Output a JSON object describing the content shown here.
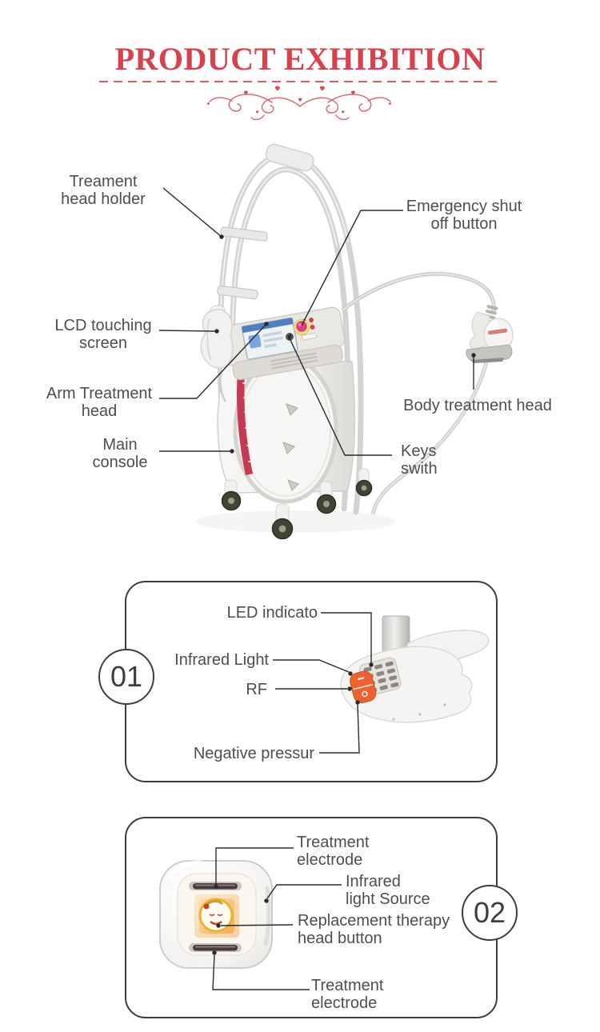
{
  "header": {
    "title": "PRODUCT EXHIBITION"
  },
  "machine": {
    "labels": [
      {
        "id": "treatment-head-holder",
        "text": "Treament\nhead holder"
      },
      {
        "id": "emergency-shut-off-button",
        "text": "Emergency shut\noff button"
      },
      {
        "id": "lcd-touching-screen",
        "text": "LCD touching\nscreen"
      },
      {
        "id": "arm-treatment-head",
        "text": "Arm Treatment\nhead"
      },
      {
        "id": "main-console",
        "text": "Main\nconsole"
      },
      {
        "id": "body-treatment-head",
        "text": "Body treatment head"
      },
      {
        "id": "keys-switch",
        "text": "Keys\nswith"
      }
    ]
  },
  "panels": [
    {
      "number": "01",
      "labels": [
        {
          "id": "led-indicator",
          "text": "LED indicato"
        },
        {
          "id": "infrared-light",
          "text": "Infrared Light"
        },
        {
          "id": "rf",
          "text": "RF"
        },
        {
          "id": "negative-pressure",
          "text": "Negative pressur"
        }
      ]
    },
    {
      "number": "02",
      "labels": [
        {
          "id": "treatment-electrode-top",
          "text": "Treatment\nelectrode"
        },
        {
          "id": "infrared-light-source",
          "text": "Infrared\nlight Source"
        },
        {
          "id": "replacement-therapy-head-button",
          "text": "Replacement therapy\nhead button"
        },
        {
          "id": "treatment-electrode-bottom",
          "text": "Treatment\nelectrode"
        }
      ]
    }
  ],
  "colors": {
    "accent_red": "#d7424e",
    "dash_red": "#dd5a66",
    "label_text": "#4e4e4e",
    "leader_line": "#2b2b2b",
    "panel_border": "#3d3d3d",
    "emergency_button": "#e23a85",
    "emergency_ring": "#eae572",
    "orange_buttons": "#ee6232",
    "amber_window": "#f3ae5f",
    "brand_stripe": "#c53a52",
    "wheel": "#3f4433"
  }
}
